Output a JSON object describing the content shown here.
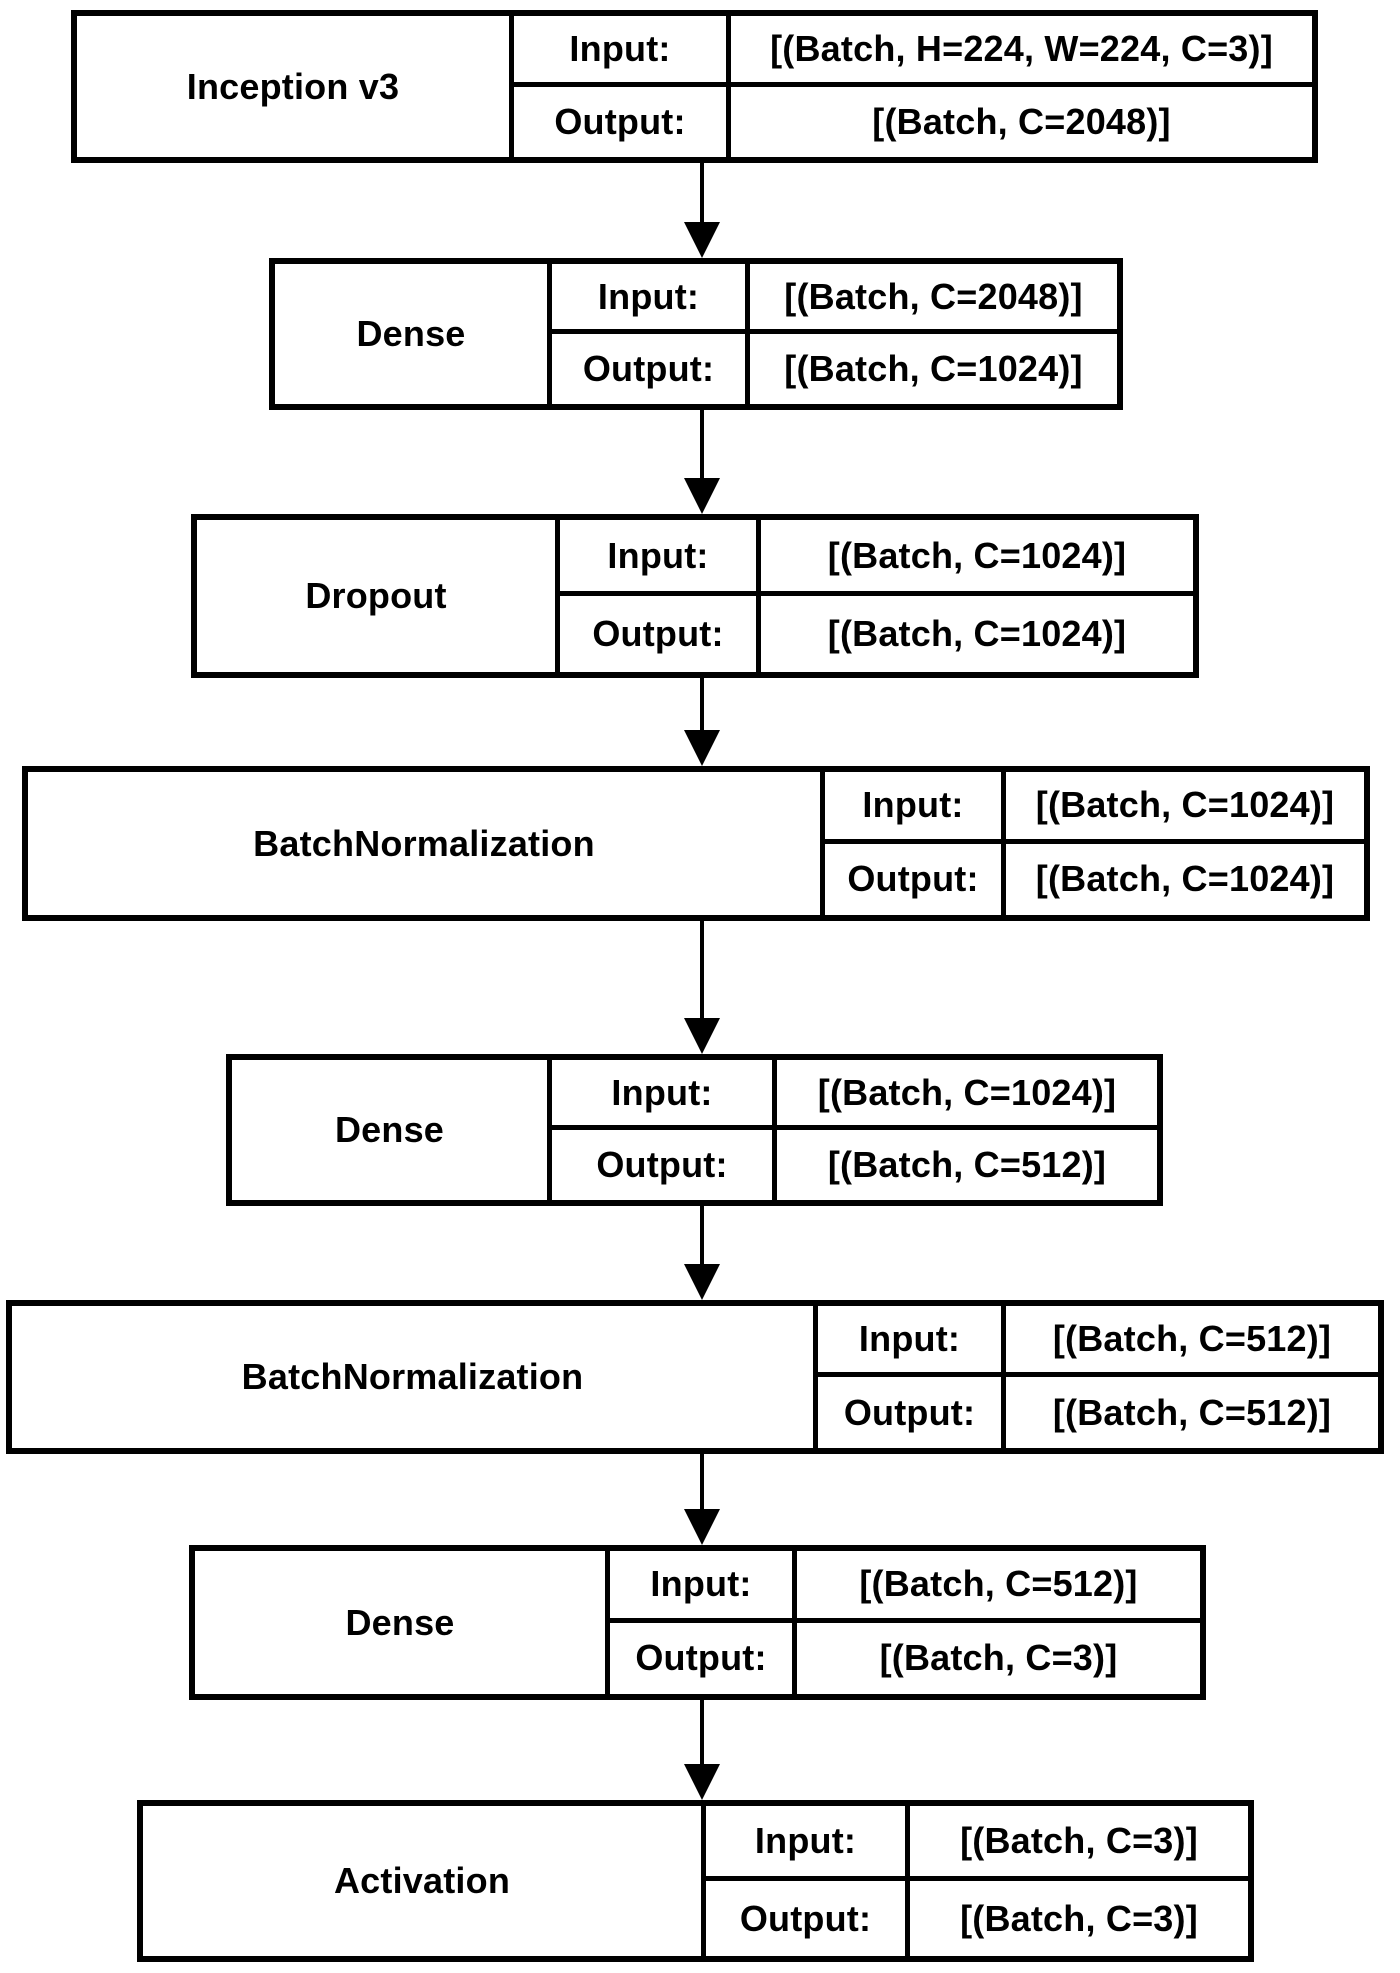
{
  "diagram": {
    "type": "model-architecture-flowchart",
    "labels": {
      "input": "Input:",
      "output": "Output:"
    },
    "layers": [
      {
        "name": "Inception v3",
        "input": "[(Batch, H=224, W=224, C=3)]",
        "output": "[(Batch, C=2048)]"
      },
      {
        "name": "Dense",
        "input": "[(Batch, C=2048)]",
        "output": "[(Batch, C=1024)]"
      },
      {
        "name": "Dropout",
        "input": "[(Batch, C=1024)]",
        "output": "[(Batch, C=1024)]"
      },
      {
        "name": "BatchNormalization",
        "input": "[(Batch, C=1024)]",
        "output": "[(Batch, C=1024)]"
      },
      {
        "name": "Dense",
        "input": "[(Batch, C=1024)]",
        "output": "[(Batch, C=512)]"
      },
      {
        "name": "BatchNormalization",
        "input": "[(Batch, C=512)]",
        "output": "[(Batch, C=512)]"
      },
      {
        "name": "Dense",
        "input": "[(Batch, C=512)]",
        "output": "[(Batch, C=3)]"
      },
      {
        "name": "Activation",
        "input": "[(Batch, C=3)]",
        "output": "[(Batch, C=3)]"
      }
    ],
    "colors": {
      "border": "#000000",
      "text": "#000000",
      "background": "#ffffff"
    }
  }
}
